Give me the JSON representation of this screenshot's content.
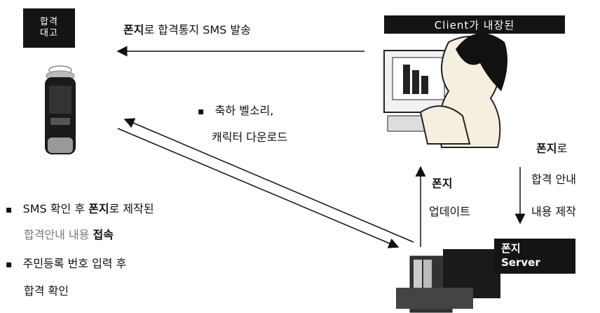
{
  "phone": {
    "screen_line1": "합격",
    "screen_line2": "대고"
  },
  "client": {
    "banner": "Client가 내장된"
  },
  "server": {
    "label_line1": "폰지",
    "label_line2": "Server"
  },
  "sms_notice": {
    "brand": "폰지",
    "rest": "로 합격통지 SMS 발송"
  },
  "download_notice": {
    "line1": "축하 벨소리,",
    "line2": "캐릭터 다운로드"
  },
  "update_label": {
    "line1": "폰지",
    "line2": "업데이트"
  },
  "create_label": {
    "line1_brand": "폰지",
    "line1_rest": "로",
    "line2": "합격 안내",
    "line3": "내용 제작"
  },
  "steps": {
    "step1_a": "SMS 확인 후 ",
    "step1_brand": "폰지",
    "step1_b": "로 제작된",
    "step1_c": "합격안내 내용 ",
    "step1_d": "접속",
    "step2_a": "주민등록 번호 입력 후",
    "step2_b": "합격 확인"
  }
}
